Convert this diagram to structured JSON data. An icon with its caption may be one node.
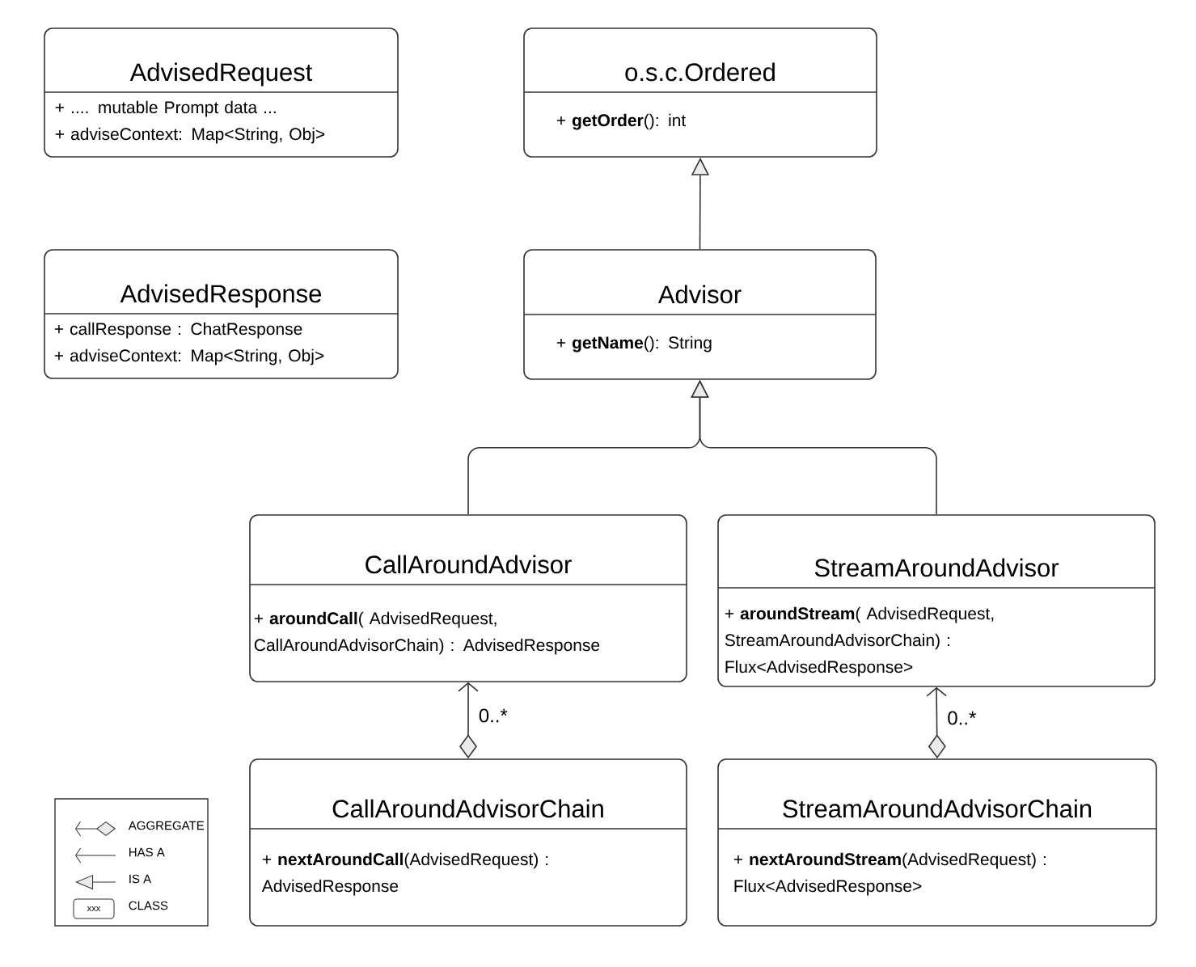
{
  "diagram": {
    "nodes": [
      {
        "text": [
          "AdvisedRequest",
          "+ .... mutable Prompt data ...",
          "+ adviseContext: Map<String, Obj>"
        ]
      },
      {
        "text": [
          "o.s.c.Ordered",
          "+ **getOrder**(): int"
        ]
      },
      {
        "text": [
          "AdvisedResponse",
          "+ callResponse : ChatResponse",
          "+ adviseContext: Map<String, Obj>"
        ]
      },
      {
        "text": [
          "Advisor",
          "+ **getName**(): String"
        ]
      },
      {
        "text": [
          "CallAroundAdvisor",
          "+ **aroundCall**( AdvisedRequest, CallAroundAdvisorChain) : AdvisedResponse"
        ]
      },
      {
        "text": [
          "StreamAroundAdvisor",
          "+ **aroundStream**( AdvisedRequest, StreamAroundAdvisorChain) : Flux<AdvisedResponse>"
        ]
      },
      {
        "text": [
          "CallAroundAdvisorChain",
          "+ **nextAroundCall**(AdvisedRequest) : AdvisedResponse"
        ]
      },
      {
        "text": [
          "StreamAroundAdvisorChain",
          "+ **nextAroundStream**(AdvisedRequest) : Flux<AdvisedResponse>"
        ]
      }
    ],
    "edges": [
      {
        "from": 3,
        "to": 1,
        "arrow": "to"
      },
      {
        "from": 4,
        "to": 3,
        "arrow": "to"
      },
      {
        "from": 5,
        "to": 3,
        "arrow": "to"
      },
      {
        "from": 6,
        "to": 4,
        "arrow": "to",
        "label": "0..*"
      },
      {
        "from": 7,
        "to": 5,
        "arrow": "to",
        "label": "0..*"
      }
    ],
    "labels": [
      "xxx"
    ],
    "legend": [
      {
        "text": "AGGREGATE"
      },
      {
        "text": "HAS A"
      },
      {
        "text": "IS A"
      },
      {
        "text": "CLASS"
      }
    ]
  }
}
